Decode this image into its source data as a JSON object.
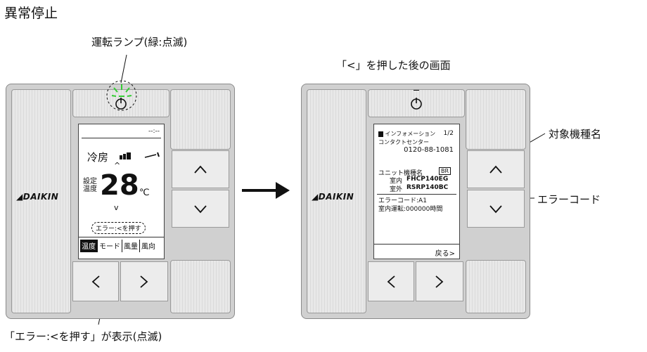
{
  "title": "異常停止",
  "callouts": {
    "lamp": "運転ランプ(緑:点滅)",
    "after_press": "「<」を押した後の画面",
    "error_shown": "「エラー:<を押す」が表示(点滅)",
    "model_name": "対象機種名",
    "error_code": "エラーコード"
  },
  "remote": {
    "brand": "DAIKIN",
    "lamp_color": "#33cc33"
  },
  "screen1": {
    "time": "--:--",
    "mode": "冷房",
    "temp_label": "設定\n温度",
    "temperature": "28",
    "unit": "℃",
    "error_msg": "エラー:<を押す",
    "menu": [
      "温度",
      "モード",
      "風量",
      "風向"
    ]
  },
  "screen2": {
    "header": "インフォメーション",
    "page": "1/2",
    "contact_label": "コンタクトセンター",
    "phone": "0120-88-1081",
    "unit_label": "ユニット機種名",
    "badge": "BR",
    "indoor_label": "室内",
    "indoor_model": "FHCP140EG",
    "outdoor_label": "室外",
    "outdoor_model": "RSRP140BC",
    "error_code": "エラーコード:A1",
    "run_time": "室内運転:000000時間",
    "back": "戻る>"
  }
}
